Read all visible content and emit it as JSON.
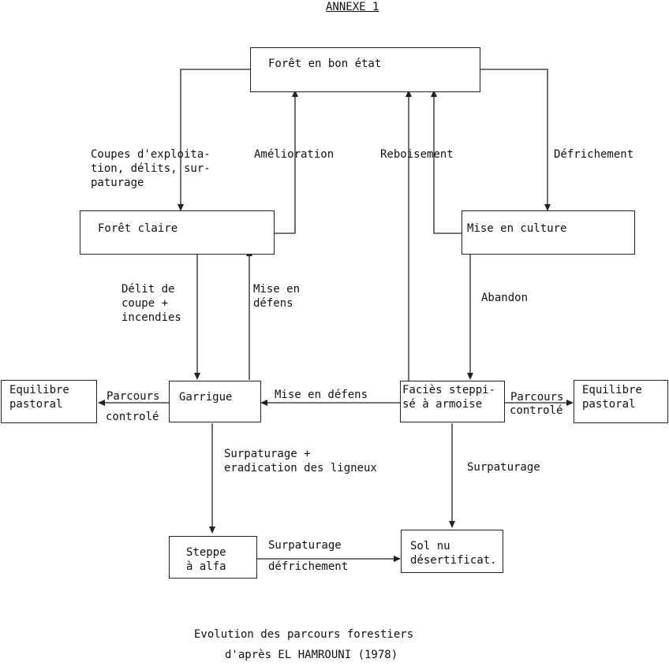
{
  "heading": "ANNEXE 1",
  "nodes": {
    "foret_bon_etat": "Forêt en bon état",
    "foret_claire": "Forêt claire",
    "mise_en_culture": "Mise en culture",
    "garrigue": "Garrigue",
    "facies_steppise": "Faciès steppi-\nsé à armoise",
    "equilibre_gauche": "Equilibre\npastoral",
    "equilibre_droite": "Equilibre\npastoral",
    "steppe_alfa": "Steppe\nà alfa",
    "sol_nu": "Sol nu\ndésertificat."
  },
  "edges": {
    "coupes": "Coupes d'exploita-\ntion, délits, sur-\npaturage",
    "amelioration": "Amélioration",
    "reboisement": "Reboisement",
    "defrichement": "Défrichement",
    "delit_coupe": "Délit de\ncoupe +\nincendies",
    "mise_en_defens_1": "Mise en\ndéfens",
    "abandon": "Abandon",
    "parcours_gauche_1": "Parcours",
    "parcours_gauche_2": "controlé",
    "mise_en_defens_2": "Mise en défens",
    "parcours_droite_1": "Parcours",
    "parcours_droite_2": "controlé",
    "surpaturage_eradication": "Surpaturage +\neradication des ligneux",
    "surpaturage": "Surpaturage",
    "surpaturage_defrichement_1": "Surpaturage",
    "surpaturage_defrichement_2": "défrichement"
  },
  "caption": {
    "line1": "Evolution des parcours forestiers",
    "line2": "d'après EL HAMROUNI (1978)"
  }
}
